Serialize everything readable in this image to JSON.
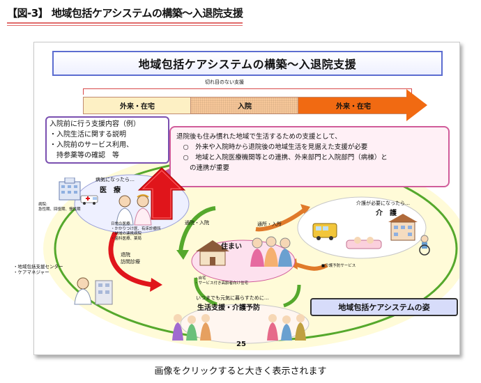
{
  "header": {
    "figure_label": "【図-3】",
    "title": "地域包括ケアシステムの構築～入退院支援"
  },
  "slide": {
    "title": "地域包括ケアシステムの構築～入退院支援",
    "timeline": {
      "label": "切れ目のない支援",
      "segments": [
        "外来・在宅",
        "入院",
        "外来・在宅"
      ]
    },
    "preadmission": {
      "heading": "入院前に行う支援内容（例）",
      "items": [
        "・入院生活に関する説明",
        "・入院前のサービス利用、",
        "　持参薬等の確認　等"
      ]
    },
    "discharge": {
      "lines": [
        "退院後も住み慣れた地域で生活するための支援として、",
        "　○　外来や入院時から退院後の地域生活を見据えた支援が必要",
        "　○　地域と入院医療機関等との連携、外来部門と入院部門（病棟）と",
        "　　の連携が重要"
      ]
    },
    "medical": {
      "caption": "病気になったら…",
      "title": "医　療",
      "hospital_note": [
        "病院:",
        "急性期、回復期、慢性期"
      ],
      "clinic_note": [
        "日常の医療:",
        "・かかりつけ医、有床診療所",
        "・地域の連携病院",
        "・歯科医療、薬局"
      ]
    },
    "care": {
      "caption": "介護が必要になったら…",
      "title": "介　護",
      "service_note": "■介護予防サービス"
    },
    "home": {
      "title": "住まい",
      "notes": [
        "・自宅",
        "・サービス付き高齢者向け住宅"
      ],
      "left_flow": "通院・入院",
      "right_flow": "通所・入所",
      "discharge_flow": [
        "退院",
        "訪問診療"
      ]
    },
    "support": {
      "center_notes": [
        "・地域包括支援センター",
        "・ケアマネジャー"
      ]
    },
    "life": {
      "caption": "いつまでも元気に暮らすために…",
      "title": "生活支援・介護予防"
    },
    "community_label": "地域包括ケアシステムの姿",
    "page_number": "25"
  },
  "footer": {
    "text": "画像をクリックすると大きく表示されます"
  },
  "colors": {
    "accent_red": "#e0151b",
    "outpatient_bar": "#fdf0c4",
    "inpatient_bar": "#f8c89a",
    "late_bar": "#f16a12",
    "community_fill": "#d7dcfa",
    "ellipse_stroke": "#55a82c"
  },
  "icons": [
    "hospital-icon",
    "doctor-icon",
    "nurse-icon",
    "house-icon",
    "elderly-people-icon",
    "care-facility-icon",
    "wheelchair-icon",
    "care-manager-icon",
    "office-building-icon",
    "bus-icon",
    "ambulance-icon"
  ]
}
